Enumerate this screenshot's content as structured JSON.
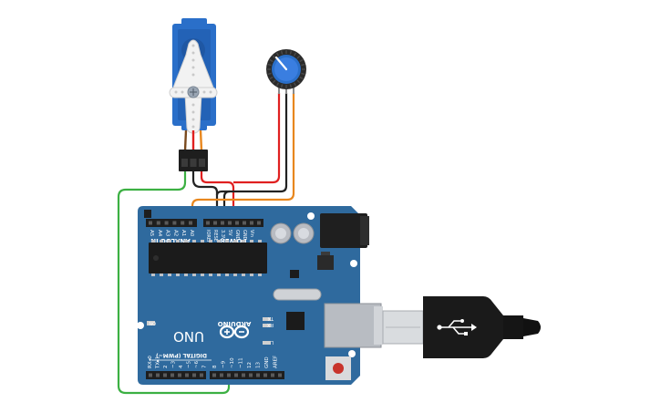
{
  "board": {
    "brand": "ARDUINO",
    "model": "UNO",
    "header_power": "POWER",
    "header_analog": "ANALOG IN",
    "header_digital": "DIGITAL (PWM~)",
    "power_pins": [
      "IOREF",
      "RESET",
      "3.3V",
      "5V",
      "GND",
      "GND",
      "Vin"
    ],
    "analog_pins": [
      "A0",
      "A1",
      "A2",
      "A3",
      "A4",
      "A5"
    ],
    "digital_pins_right": [
      "AREF",
      "GND",
      "13",
      "12",
      "~11",
      "~10",
      "~9",
      "8"
    ],
    "digital_pins_left": [
      "7",
      "~6",
      "~5",
      "4",
      "~3",
      "2",
      "TX▸1",
      "RX◂0"
    ],
    "led_on": "ON",
    "led_tx": "TX",
    "led_rx": "RX",
    "led_l": "L",
    "colors": {
      "board": "#2f6a9e",
      "header": "#222222",
      "silkscreen": "#ffffff"
    }
  },
  "wires": {
    "colors": {
      "signal_servo": "#3cb043",
      "power": "#e02020",
      "ground": "#222222",
      "signal_pot": "#e8871e"
    }
  },
  "components": {
    "servo": {
      "color": "#2a6fc9"
    },
    "potentiometer": {
      "color": "#2a6fc9"
    },
    "usb_cable": {
      "color": "#1a1a1a"
    }
  }
}
